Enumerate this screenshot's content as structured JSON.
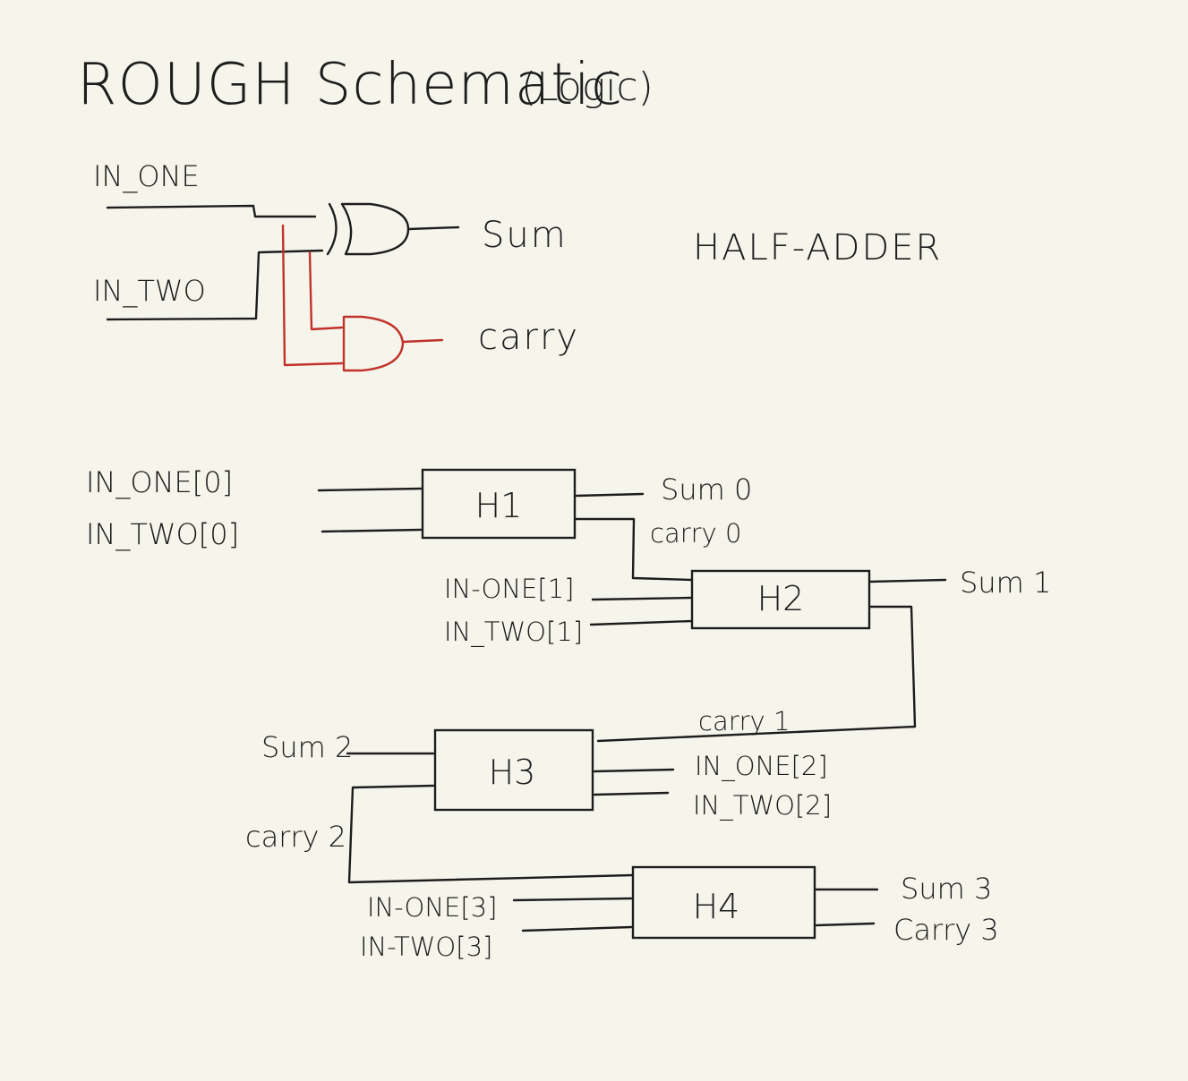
{
  "title": {
    "main": "ROUGH Schematic",
    "sub": "(Logic)"
  },
  "half_adder": {
    "heading": "HALF-ADDER",
    "input_one": "IN_ONE",
    "input_two": "IN_TWO",
    "output_sum": "Sum",
    "output_carry": "carry"
  },
  "blocks": {
    "h1": "H1",
    "h2": "H2",
    "h3": "H3",
    "h4": "H4"
  },
  "signals": {
    "in_one_0": "IN_ONE[0]",
    "in_two_0": "IN_TWO[0]",
    "sum_0": "Sum 0",
    "carry_0": "carry 0",
    "in_one_1": "IN-ONE[1]",
    "in_two_1": "IN_TWO[1]",
    "sum_1": "Sum 1",
    "carry_1": "carry 1",
    "sum_2": "Sum 2",
    "in_one_2": "IN_ONE[2]",
    "in_two_2": "IN_TWO[2]",
    "carry_2": "carry 2",
    "in_one_3": "IN-ONE[3]",
    "in_two_3": "IN-TWO[3]",
    "sum_3": "Sum 3",
    "carry_3": "Carry 3"
  },
  "colors": {
    "paper": "#f6f5ec",
    "ink": "#1d1d1d",
    "and_gate_ink": "#c0322a"
  }
}
